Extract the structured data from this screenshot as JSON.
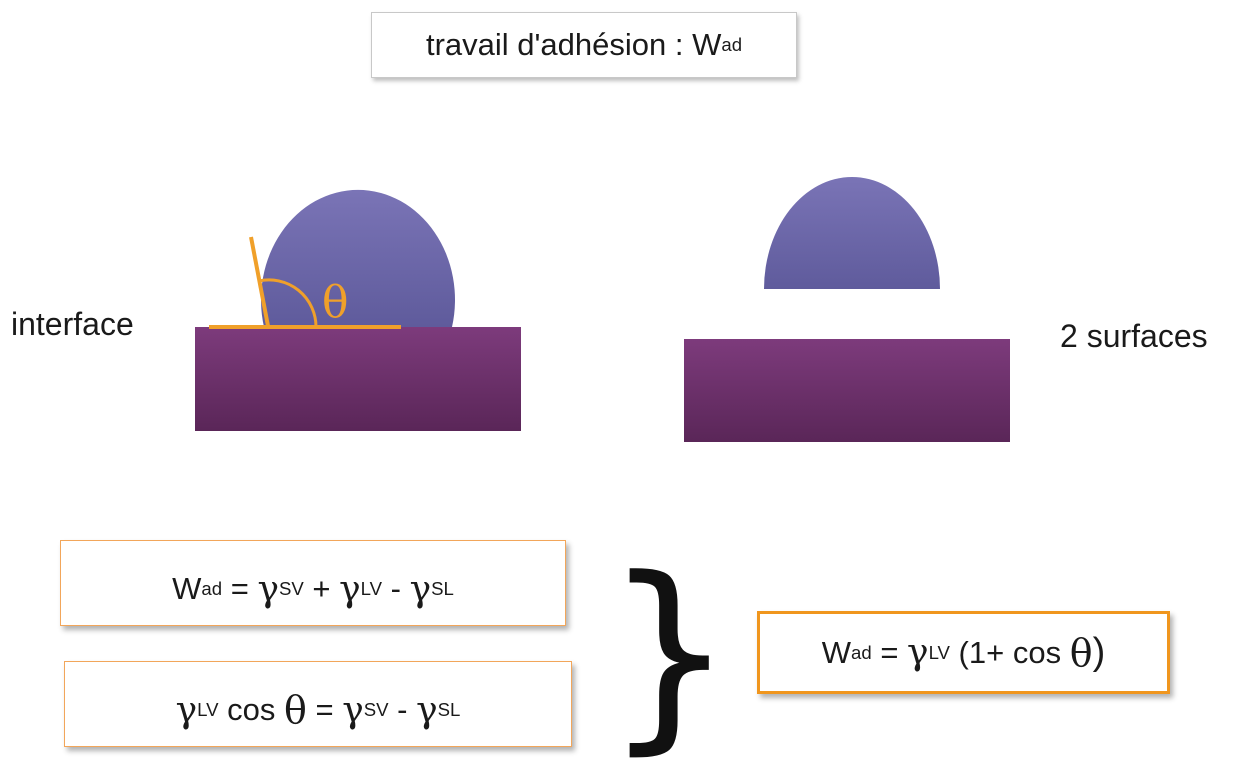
{
  "title": {
    "text": "travail d'adhésion : W",
    "sub": "ad"
  },
  "labels": {
    "left": "interface",
    "right": "2 surfaces"
  },
  "angle_symbol": "θ",
  "colors": {
    "droplet_top": "#7a74b6",
    "droplet_bottom": "#5f5b9c",
    "substrate_top": "#7d3b7c",
    "substrate_bottom": "#5a2658",
    "angle_line": "#f0a02a",
    "box_border": "#f2a65a",
    "result_border": "#f0961e"
  },
  "equations": {
    "eq1": {
      "w": "W",
      "w_sub": "ad",
      "eq": " = ",
      "g1": "γ",
      "g1_sub": "SV",
      "op1": " + ",
      "g2": "γ",
      "g2_sub": "LV",
      "op2": " - ",
      "g3": "γ",
      "g3_sub": "SL"
    },
    "eq2": {
      "g1": "γ",
      "g1_sub": "LV",
      "cos": " cos ",
      "theta": "θ",
      "eq": " = ",
      "g2": "γ",
      "g2_sub": "SV",
      "op": " - ",
      "g3": "γ",
      "g3_sub": "SL"
    },
    "eq3": {
      "w": "W",
      "w_sub": "ad",
      "eq": " = ",
      "g": "γ",
      "g_sub": "LV",
      "paren_open": " (1+ cos ",
      "theta": "θ",
      "paren_close": ")"
    },
    "brace": "}"
  }
}
